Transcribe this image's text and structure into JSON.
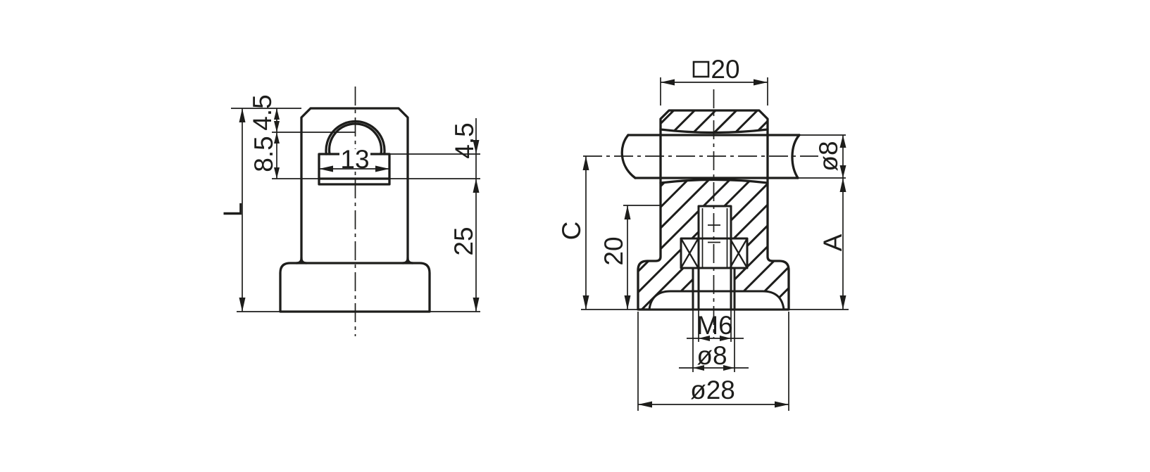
{
  "drawing": {
    "colors": {
      "line": "#1d1d1b",
      "background": "#ffffff"
    },
    "front_view": {
      "dims": {
        "top_offset": "4.5",
        "slot_depth": "8.5",
        "overall_length": "L",
        "slot_width": "13",
        "slot_bottom_offset": "4.5",
        "base_height": "25"
      }
    },
    "section_view": {
      "dims": {
        "square_symbol": "□",
        "square_value": "20",
        "rod_diameter": "ø8",
        "center_height": "C",
        "thread_depth": "20",
        "body_height": "A",
        "thread_size": "M6",
        "clearance_hole": "ø8",
        "base_diameter": "ø28"
      }
    }
  }
}
